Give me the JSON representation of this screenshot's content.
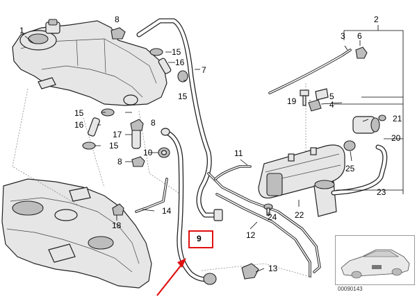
{
  "labels": {
    "l1": "1",
    "l2": "2",
    "l3": "3",
    "l4": "4",
    "l5": "5",
    "l6": "6",
    "l7": "7",
    "l8a": "8",
    "l8b": "8",
    "l8c": "8",
    "l9": "9",
    "l10": "10",
    "l11": "11",
    "l12": "12",
    "l13": "13",
    "l14": "14",
    "l15a": "15",
    "l15b": "15",
    "l15c": "15",
    "l15d": "15",
    "l16a": "16",
    "l16b": "16",
    "l17": "17",
    "l18": "18",
    "l19": "19",
    "l20": "20",
    "l21": "21",
    "l22": "22",
    "l23": "23",
    "l24": "24",
    "l25": "25"
  },
  "thumbnail_code": "00090143",
  "colors": {
    "highlight": "#e01010",
    "line": "#222222",
    "background": "#ffffff"
  }
}
